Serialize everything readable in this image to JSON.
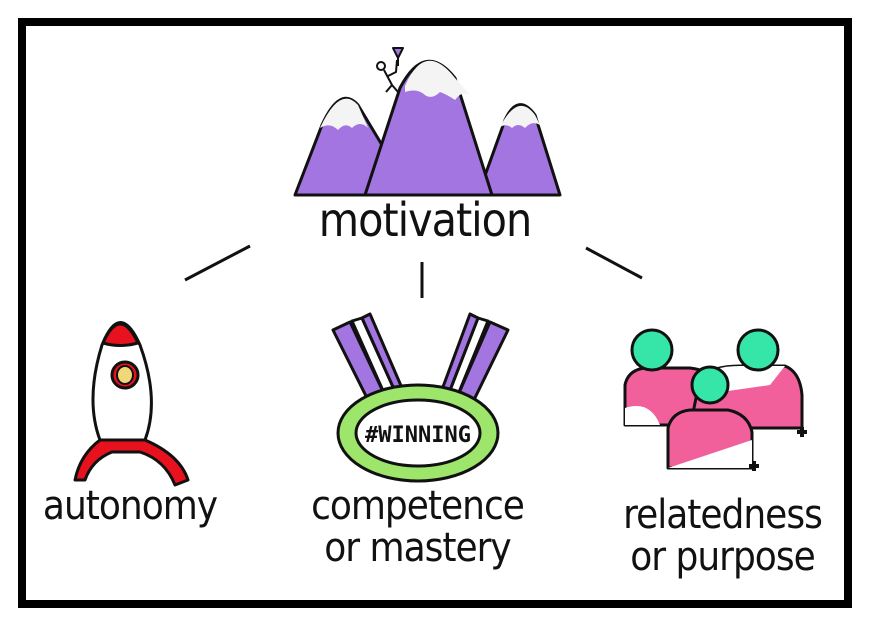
{
  "title": "motivation",
  "branches": [
    {
      "id": "autonomy",
      "lines": [
        "autonomy"
      ],
      "icon": "rocket-icon"
    },
    {
      "id": "competence",
      "lines": [
        "competence",
        "or mastery"
      ],
      "icon": "medal-icon",
      "badge_text": "#WINNING"
    },
    {
      "id": "relatedness",
      "lines": [
        "relatedness",
        "or purpose"
      ],
      "icon": "people-group-icon"
    }
  ],
  "colors": {
    "mountain": "#a375e0",
    "rocket_red": "#e8121e",
    "rocket_window": "#f0d878",
    "medal_ribbon": "#a375e0",
    "medal_ring": "#9ee56b",
    "people_head": "#35e6a8",
    "people_body": "#f2609b",
    "ink": "#111111"
  }
}
